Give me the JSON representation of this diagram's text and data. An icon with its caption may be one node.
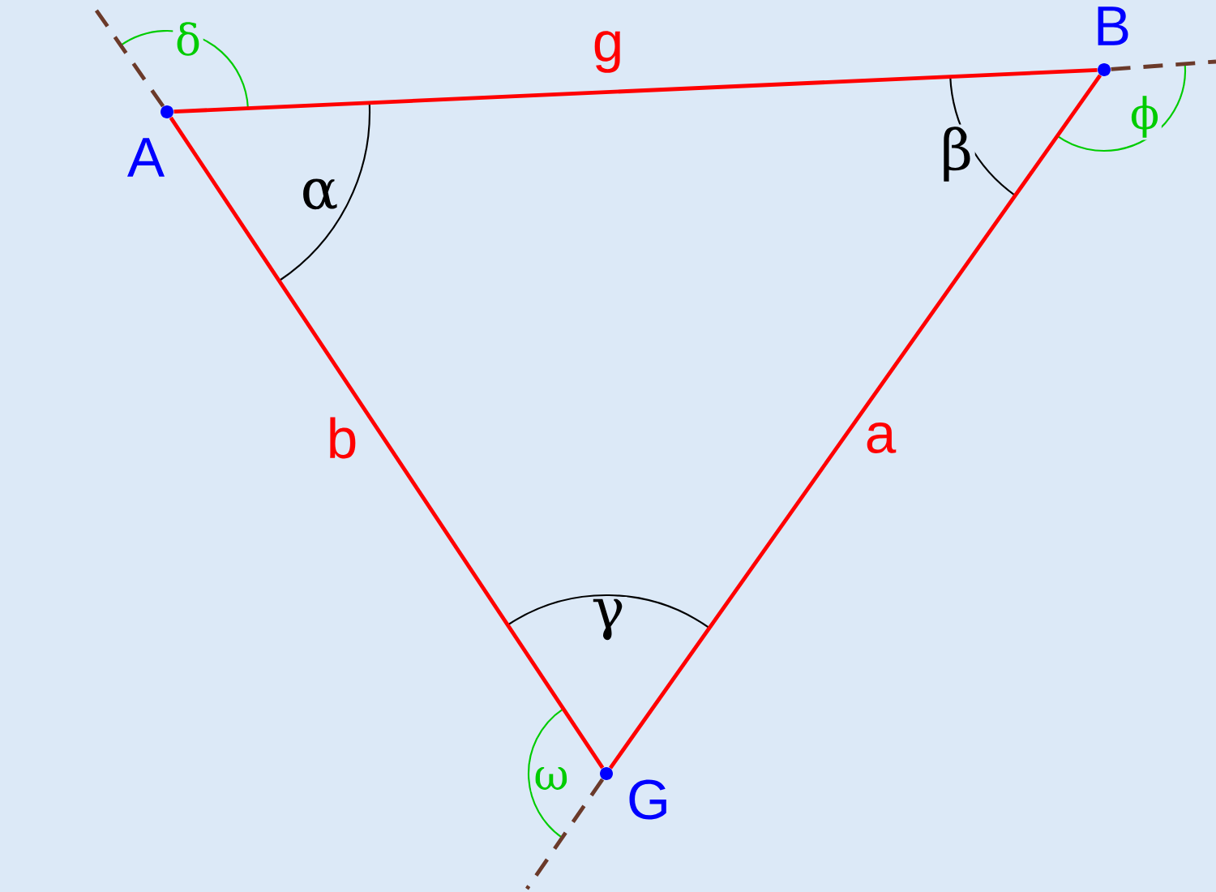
{
  "diagram": {
    "nodes": [
      {
        "text": [
          "A"
        ]
      },
      {
        "text": [
          "B"
        ]
      },
      {
        "text": [
          "G"
        ]
      }
    ],
    "edges": [
      {
        "from": 0,
        "to": 1,
        "arrow": "none",
        "label": "g"
      },
      {
        "from": 1,
        "to": 2,
        "arrow": "none",
        "label": "a"
      },
      {
        "from": 2,
        "to": 0,
        "arrow": "none",
        "label": "b"
      },
      {
        "from": 0,
        "to": null,
        "arrow": "none",
        "style": "dashed",
        "color": "#6b3a2a"
      },
      {
        "from": 1,
        "to": null,
        "arrow": "none",
        "style": "dashed",
        "color": "#6b3a2a"
      },
      {
        "from": 2,
        "to": null,
        "arrow": "none",
        "style": "dashed",
        "color": "#6b3a2a"
      }
    ],
    "labels": [
      "α",
      "β",
      "γ",
      "δ",
      "ϕ",
      "ω"
    ]
  }
}
